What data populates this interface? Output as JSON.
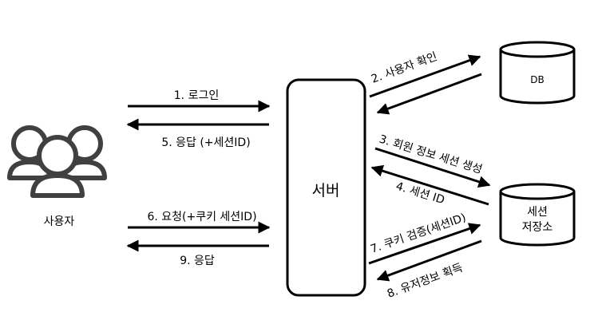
{
  "nodes": {
    "user": "사용자",
    "server": "서버",
    "db": "DB",
    "session_store_line1": "세션",
    "session_store_line2": "저장소"
  },
  "flows": {
    "login": "1. 로그인",
    "check_user": "2. 사용자 확인",
    "create_session": "3. 회원 정보 세션 생성",
    "session_id": "4. 세션 ID",
    "response_session": "5. 응답 (+세션ID)",
    "request_cookie": "6. 요청(+쿠키 세션ID)",
    "verify_cookie": "7. 쿠키 검증(세션ID)",
    "get_user_info": "8. 유저정보 획득",
    "response": "9. 응답"
  },
  "colors": {
    "stroke": "#000000",
    "user_icon": "#404040",
    "background": "#ffffff"
  },
  "icons": {
    "user_group": "user-group-icon",
    "database": "database-cylinder-icon"
  }
}
